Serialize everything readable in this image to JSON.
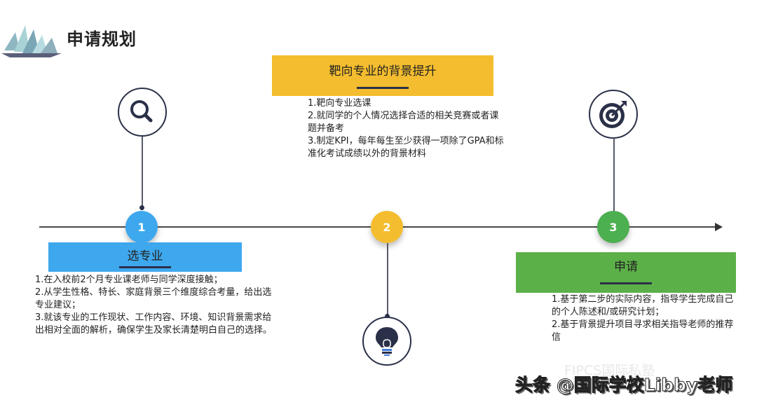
{
  "header": {
    "title": "申请规划",
    "logo_icon": "crystal-cluster-icon"
  },
  "timeline": {
    "colors": {
      "axis": "#4a4a4a",
      "step1": "#3ea8ee",
      "step2": "#f4bd2f",
      "step3": "#4caf50",
      "ink": "#2a3048"
    },
    "steps": [
      {
        "number": "1",
        "icon": "magnifier-icon",
        "heading": "选专业",
        "items": [
          "1.在入校前2个月专业课老师与同学深度接触；",
          "2.从学生性格、特长、家庭背景三个维度综合考量，给出选专业建议；",
          "3.就该专业的工作现状、工作内容、环境、知识背景需求给出相对全面的解析，确保学生及家长清楚明白自己的选择。"
        ]
      },
      {
        "number": "2",
        "icon": "lightbulb-icon",
        "heading": "靶向专业的背景提升",
        "items": [
          "1.靶向专业选课",
          "2.就同学的个人情况选择合适的相关竞赛或者课题并备考",
          "3.制定KPI，每年每生至少获得一项除了GPA和标准化考试成绩以外的背景材料"
        ]
      },
      {
        "number": "3",
        "icon": "target-icon",
        "heading": "申请",
        "items": [
          "1.基于第二步的实际内容，指导学生完成自己的个人陈述和/或研究计划；",
          "2.基于背景提升项目寻求相关指导老师的推荐信"
        ]
      }
    ]
  },
  "watermark": {
    "main": "头条 @国际学校Libby老师",
    "secondary": "FIPCS国际私塾"
  }
}
